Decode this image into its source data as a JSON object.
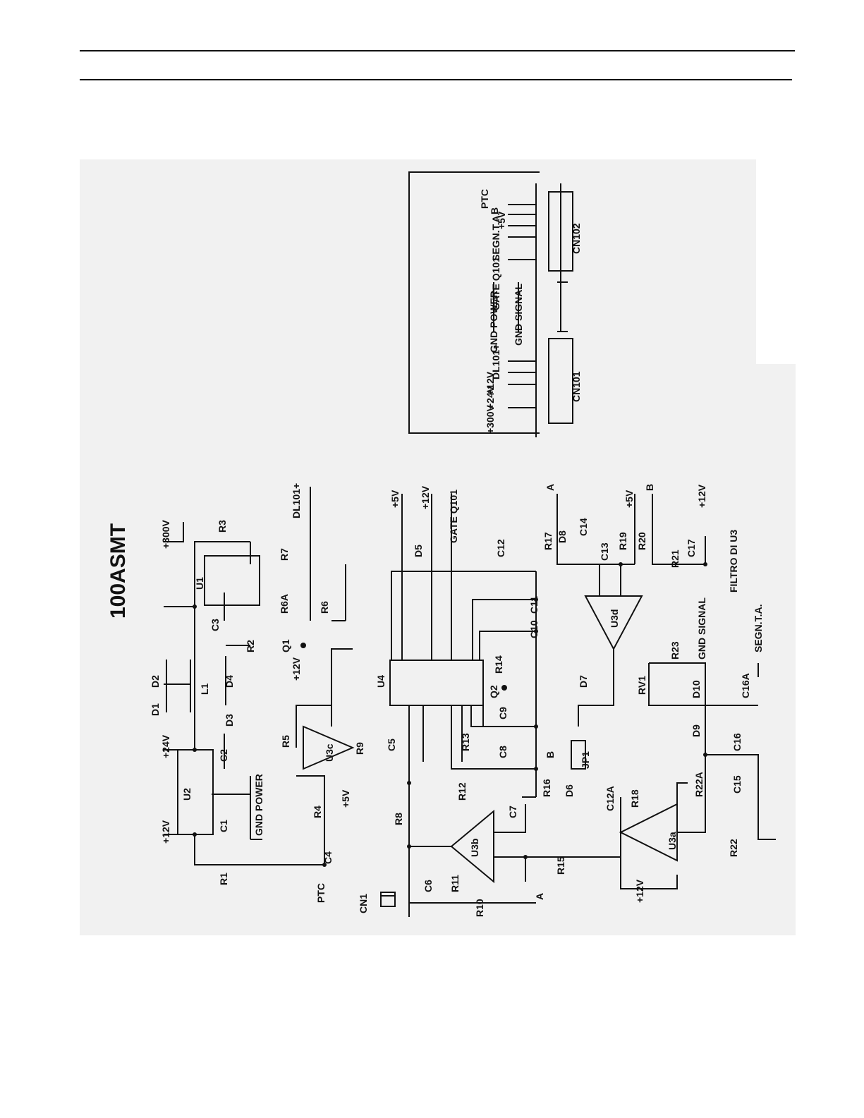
{
  "title": "100ASMT",
  "labels": {
    "p300v": "+300V",
    "p24v": "+24V",
    "p12v": "+12V",
    "p5v": "+5V",
    "gnd_power": "GND POWER",
    "gnd_signal": "GND SIGNAL",
    "dl101": "DL101+",
    "gate": "GATE Q101",
    "ptc": "PTC",
    "segn": "SEGN.T.A.",
    "filtro": "FILTRO DI U3",
    "a": "A",
    "b": "B"
  },
  "components": {
    "U1": "U1",
    "U2": "U2",
    "U3a": "U3a",
    "U3b": "U3b",
    "U3c": "U3c",
    "U3d": "U3d",
    "U4": "U4",
    "L1": "L1",
    "Q1": "Q1",
    "Q2": "Q2",
    "JP1": "JP1",
    "RV1": "RV1",
    "CN1": "CN1",
    "CN101": "CN101",
    "CN102": "CN102",
    "D1": "D1",
    "D2": "D2",
    "D3": "D3",
    "D4": "D4",
    "D5": "D5",
    "D6": "D6",
    "D7": "D7",
    "D8": "D8",
    "D9": "D9",
    "D10": "D10",
    "R1": "R1",
    "R2": "R2",
    "R3": "R3",
    "R4": "R4",
    "R5": "R5",
    "R6": "R6",
    "R6A": "R6A",
    "R7": "R7",
    "R8": "R8",
    "R9": "R9",
    "R10": "R10",
    "R11": "R11",
    "R12": "R12",
    "R13": "R13",
    "R14": "R14",
    "R15": "R15",
    "R16": "R16",
    "R17": "R17",
    "R18": "R18",
    "R19": "R19",
    "R20": "R20",
    "R21": "R21",
    "R22": "R22",
    "R22A": "R22A",
    "R23": "R23",
    "C1": "C1",
    "C2": "C2",
    "C3": "C3",
    "C4": "C4",
    "C5": "C5",
    "C6": "C6",
    "C7": "C7",
    "C8": "C8",
    "C9": "C9",
    "C10": "C10",
    "C11": "C11",
    "C12": "C12",
    "C12A": "C12A",
    "C13": "C13",
    "C14": "C14",
    "C15": "C15",
    "C16": "C16",
    "C16A": "C16A",
    "C17": "C17"
  }
}
